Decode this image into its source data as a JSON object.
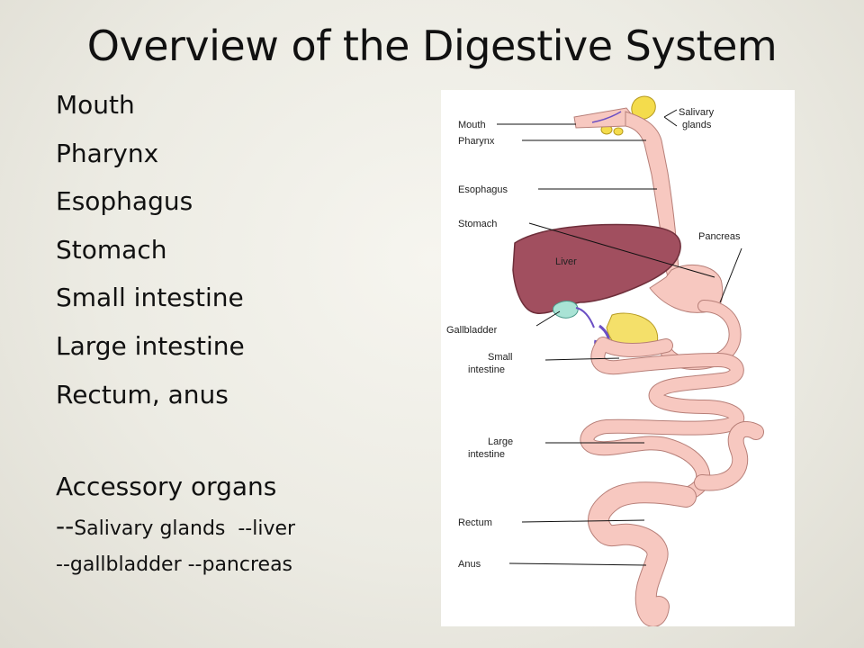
{
  "slide": {
    "title": "Overview of the Digestive System"
  },
  "bullets": [
    "Mouth",
    "Pharynx",
    "Esophagus",
    "Stomach",
    "Small intestine",
    "Large intestine",
    "Rectum, anus"
  ],
  "accessory": {
    "heading": "Accessory organs",
    "line1_dash": "--",
    "line1_text": "Salivary glands  --liver",
    "line2": "--gallbladder --pancreas"
  },
  "diagram": {
    "labels": {
      "mouth": "Mouth",
      "pharynx": "Pharynx",
      "esophagus": "Esophagus",
      "stomach": "Stomach",
      "gallbladder": "Gallbladder",
      "small_intestine_1": "Small",
      "small_intestine_2": "intestine",
      "large_intestine_1": "Large",
      "large_intestine_2": "intestine",
      "rectum": "Rectum",
      "anus": "Anus",
      "salivary_1": "Salivary",
      "salivary_2": "glands",
      "pancreas": "Pancreas",
      "liver": "Liver"
    },
    "colors": {
      "tract": "#f7c8c0",
      "tract_outline": "#b77f78",
      "liver": "#a14f5f",
      "liver_outline": "#6e2e3a",
      "salivary": "#f4dc4c",
      "pancreas": "#f4e06a",
      "gallbladder": "#a9e3d5",
      "duct": "#6b4fc4"
    }
  }
}
